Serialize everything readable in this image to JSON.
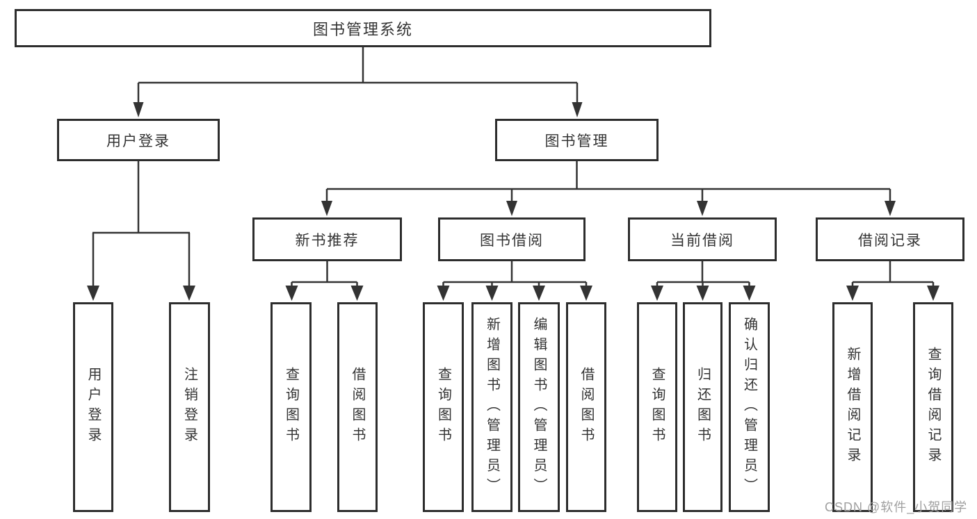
{
  "diagram": {
    "root": {
      "label": "图书管理系统"
    },
    "branches": [
      {
        "label": "用户登录",
        "leaves": [
          {
            "label": "用户登录"
          },
          {
            "label": "注销登录"
          }
        ]
      },
      {
        "label": "图书管理",
        "groups": [
          {
            "label": "新书推荐",
            "leaves": [
              {
                "label": "查询图书"
              },
              {
                "label": "借阅图书"
              }
            ]
          },
          {
            "label": "图书借阅",
            "leaves": [
              {
                "label": "查询图书"
              },
              {
                "label": "新增图书（管理员）"
              },
              {
                "label": "编辑图书（管理员）"
              },
              {
                "label": "借阅图书"
              }
            ]
          },
          {
            "label": "当前借阅",
            "leaves": [
              {
                "label": "查询图书"
              },
              {
                "label": "归还图书"
              },
              {
                "label": "确认归还（管理员）"
              }
            ]
          },
          {
            "label": "借阅记录",
            "leaves": [
              {
                "label": "新增借阅记录"
              },
              {
                "label": "查询借阅记录"
              }
            ]
          }
        ]
      }
    ]
  },
  "watermark": {
    "text": "CSDN @软件_小贺同学"
  },
  "colors": {
    "line": "#333333",
    "border": "#2d2d2d",
    "text": "#333333",
    "box_bg": "#ffffff",
    "watermark": "#9f9f9f"
  }
}
